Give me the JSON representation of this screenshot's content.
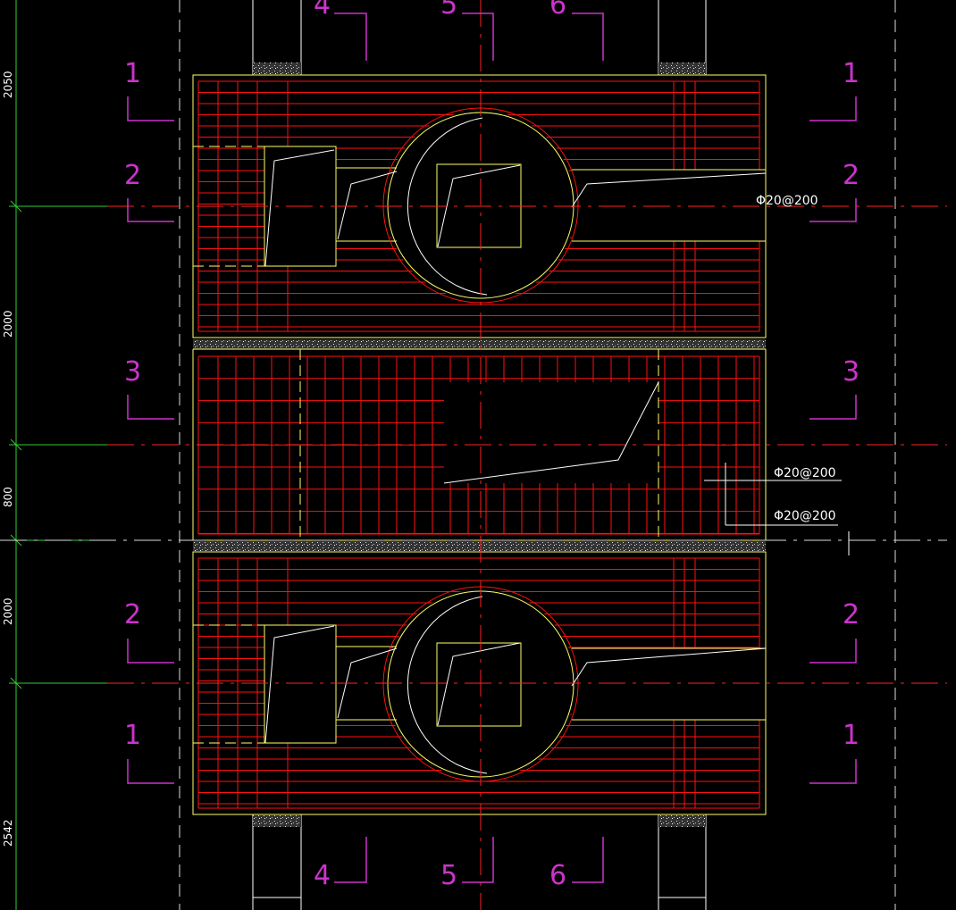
{
  "drawing": {
    "colors": {
      "background": "#000000",
      "rebar": "#ff0000",
      "outline": "#ffff66",
      "wall": "#ffffff",
      "section": "#cc33cc",
      "dimension": "#33cc33",
      "axis": "#ff2222"
    },
    "section_marks": {
      "s1_top_left": "1",
      "s1_top_right": "1",
      "s2_top_left": "2",
      "s2_top_right": "2",
      "s3_left": "3",
      "s3_right": "3",
      "s2_bot_left": "2",
      "s2_bot_right": "2",
      "s1_bot_left": "1",
      "s1_bot_right": "1",
      "s4_top": "4",
      "s5_top": "5",
      "s6_top": "6",
      "s4_bot": "4",
      "s5_bot": "5",
      "s6_bot": "6"
    },
    "dimensions": {
      "d1": "2050",
      "d2": "2000",
      "d3": "800",
      "d4": "2000",
      "d5": "2542"
    },
    "rebar_labels": {
      "r1": "Φ20@200",
      "r2": "Φ20@200",
      "r3": "Φ20@200"
    }
  }
}
